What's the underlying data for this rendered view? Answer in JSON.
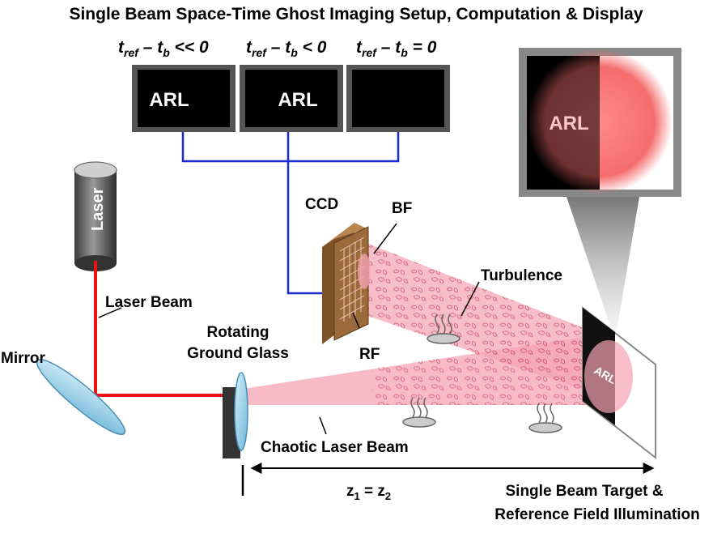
{
  "title": "Single Beam Space-Time Ghost Imaging Setup, Computation & Display",
  "monitors": [
    {
      "cap_t": "t",
      "cap_ref": "ref",
      "cap_mid": " – t",
      "cap_b": "b",
      "cap_cond": " << 0",
      "screen": "ARL"
    },
    {
      "cap_t": "t",
      "cap_ref": "ref",
      "cap_mid": " – t",
      "cap_b": "b",
      "cap_cond": " < 0",
      "screen": "ARL"
    },
    {
      "cap_t": "t",
      "cap_ref": "ref",
      "cap_mid": " – t",
      "cap_b": "b",
      "cap_cond": " = 0",
      "screen": ""
    }
  ],
  "display_text": "ARL",
  "laser_text": "Laser",
  "labels": {
    "laser_beam": "Laser Beam",
    "mirror": "Mirror",
    "rotating": "Rotating",
    "ground_glass": "Ground Glass",
    "ccd": "CCD",
    "bf": "BF",
    "rf": "RF",
    "turbulence": "Turbulence",
    "chaotic": "Chaotic Laser Beam",
    "target_text": "ARL",
    "distance_z1": "z",
    "distance_sub1": "1",
    "distance_eq": " = z",
    "distance_sub2": "2",
    "target_label_1": "Single Beam Target &",
    "target_label_2": "Reference Field Illumination"
  },
  "colors": {
    "laser": "#ee1111",
    "wire": "#1a2bd0",
    "beam": "#f4a3b3",
    "glass": "#9fd3ea",
    "ccd_frame": "#9b6a3a"
  }
}
